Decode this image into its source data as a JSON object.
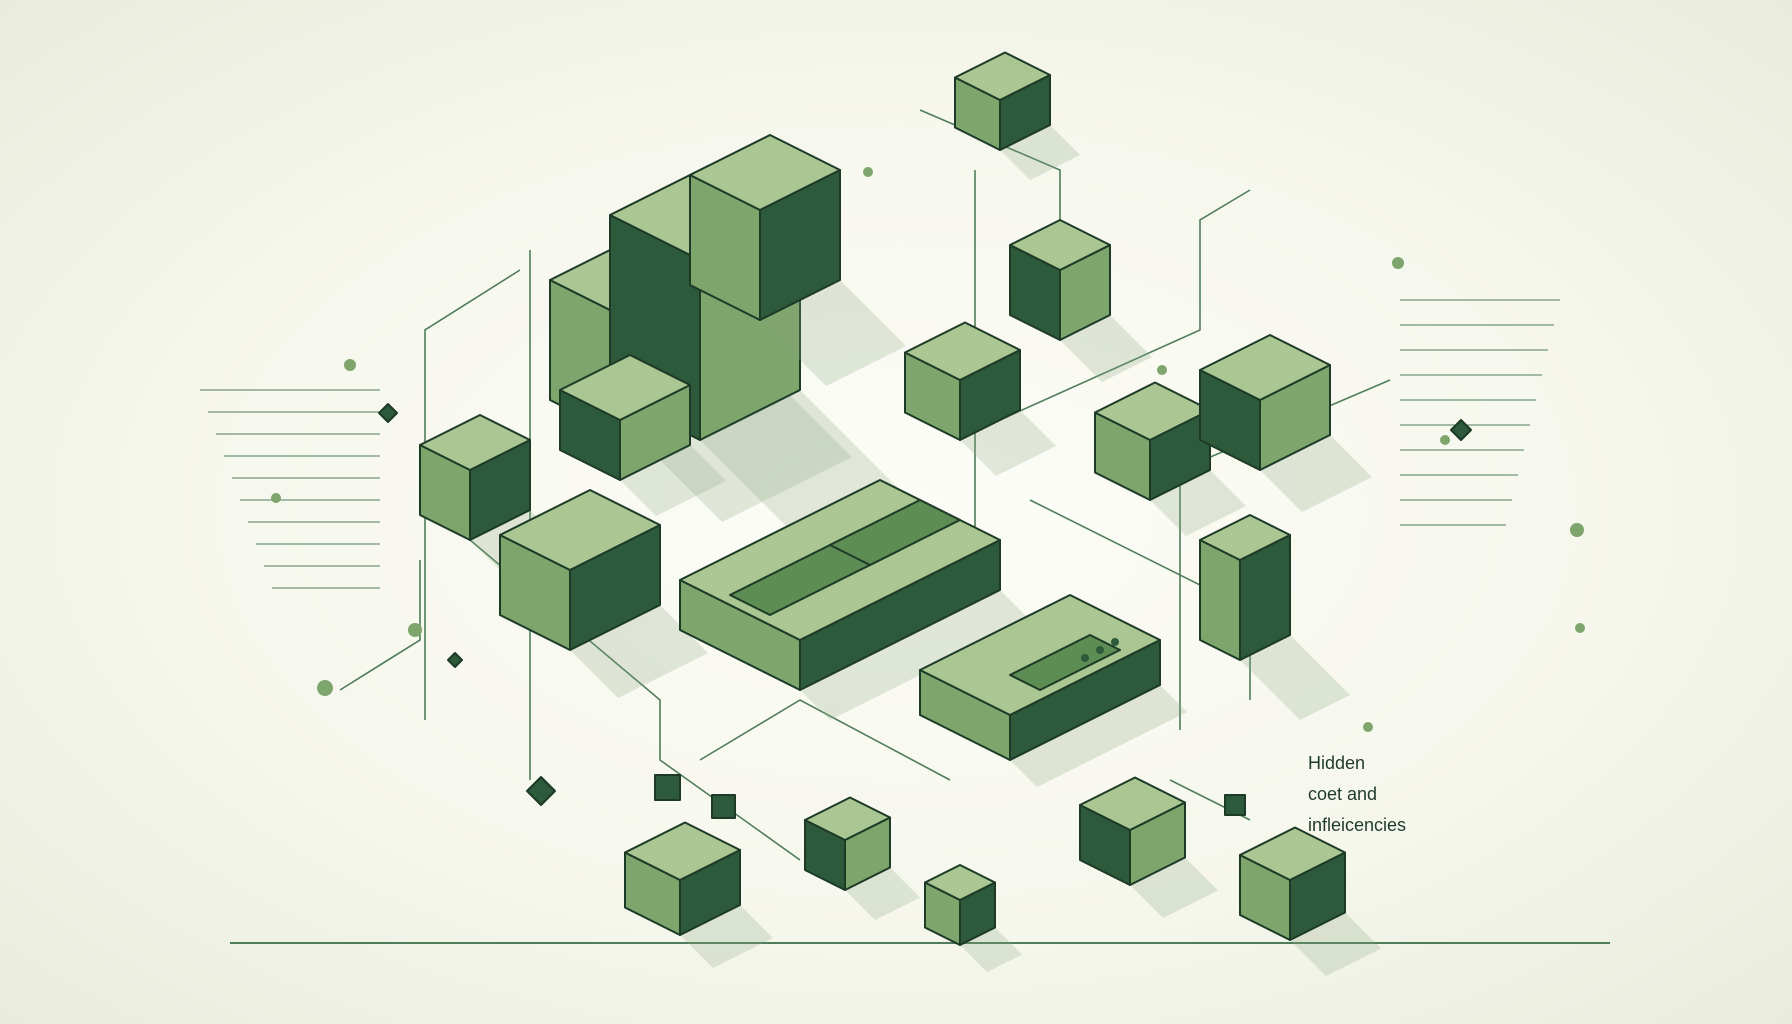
{
  "caption": {
    "lines": [
      "Hidden",
      "coet and",
      "infleicencies"
    ]
  },
  "colors": {
    "background": "#f4f5eb",
    "light_green": "#a9c693",
    "mid_green": "#7ea56b",
    "dark_green": "#2d5a3a",
    "outline": "#1d3a27",
    "line": "#4f7d5a"
  }
}
